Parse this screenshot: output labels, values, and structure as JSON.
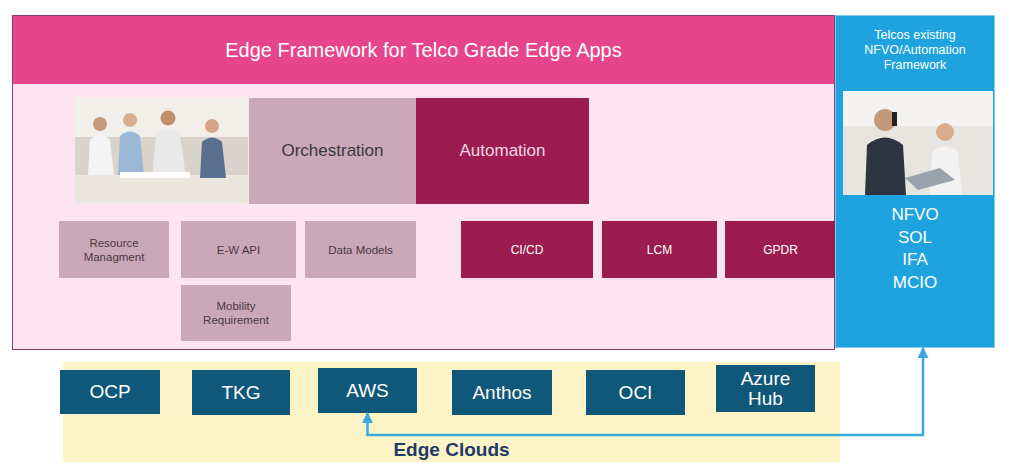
{
  "diagram": {
    "nodes": [
      {
        "text": [
          "Edge Framework for Telco Grade Edge Apps"
        ]
      },
      {
        "text": [
          "Orchestration"
        ],
        "in": 0
      },
      {
        "text": [
          "Automation"
        ],
        "in": 0
      },
      {
        "text": [
          "Resource Managment"
        ],
        "in": 0
      },
      {
        "text": [
          "E-W API"
        ],
        "in": 0
      },
      {
        "text": [
          "Data Models"
        ],
        "in": 0
      },
      {
        "text": [
          "Mobility Requirement"
        ],
        "in": 0
      },
      {
        "text": [
          "CI/CD"
        ],
        "in": 0
      },
      {
        "text": [
          "LCM"
        ],
        "in": 0
      },
      {
        "text": [
          "GPDR"
        ],
        "in": 0
      },
      {
        "text": [
          "Telcos existing NFVO/Automation Framework",
          "NFVO SOL IFA MCIO"
        ]
      },
      {
        "text": [
          "Edge Clouds"
        ]
      },
      {
        "text": [
          "OCP"
        ],
        "in": 11
      },
      {
        "text": [
          "TKG"
        ],
        "in": 11
      },
      {
        "text": [
          "AWS"
        ],
        "in": 11
      },
      {
        "text": [
          "Anthos"
        ],
        "in": 11
      },
      {
        "text": [
          "OCI"
        ],
        "in": 11
      },
      {
        "text": [
          "Azure Hub"
        ],
        "in": 11
      }
    ],
    "edges": [
      {
        "from": 14,
        "to": 10,
        "arrow": "both"
      }
    ]
  }
}
